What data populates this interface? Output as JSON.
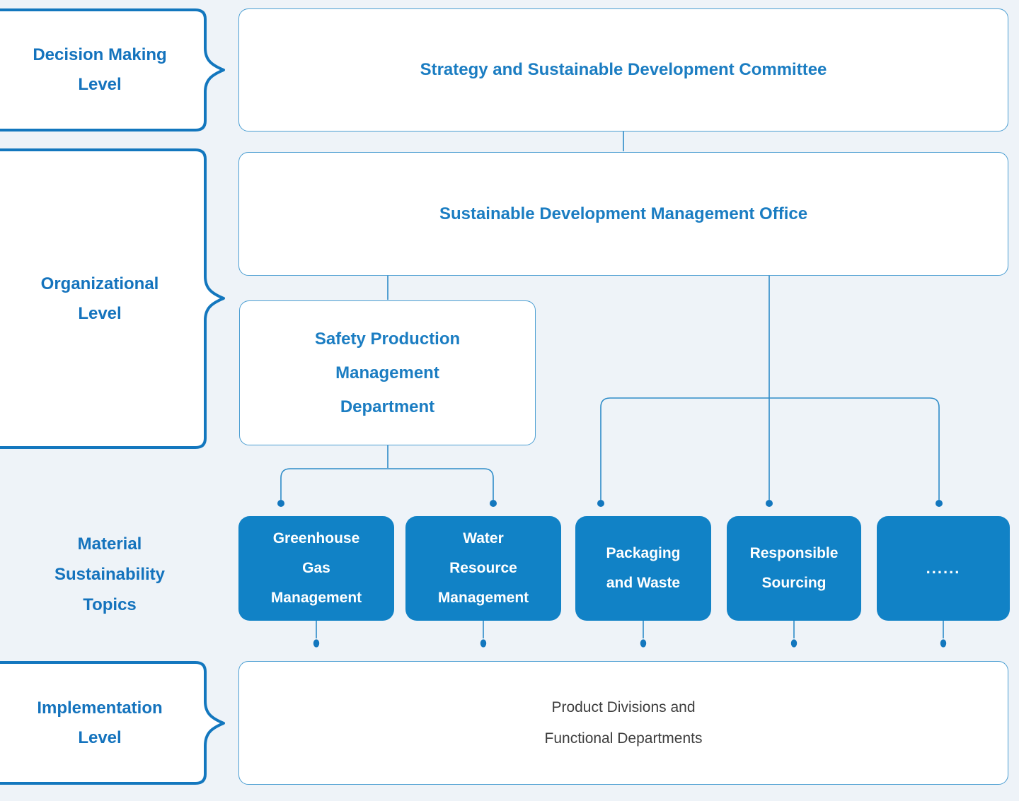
{
  "colors": {
    "background": "#eef3f8",
    "accent_blue": "#1377be",
    "label_text_blue": "#1473bd",
    "node_text_blue": "#1b7dc2",
    "card_border_blue": "#4b9ed2",
    "topic_fill_blue": "#1182c6",
    "topic_text": "#ffffff",
    "implementation_text": "#3d3d3d",
    "connector_blue": "#2e8cc8"
  },
  "levels": {
    "decision": {
      "lines": [
        "Decision Making",
        "Level"
      ]
    },
    "organizational": {
      "lines": [
        "Organizational",
        "Level"
      ]
    },
    "material": {
      "lines": [
        "Material",
        "Sustainability",
        "Topics"
      ]
    },
    "implementation": {
      "lines": [
        "Implementation",
        "Level"
      ]
    }
  },
  "nodes": {
    "strategy": {
      "label": "Strategy and Sustainable Development Committee"
    },
    "office": {
      "label": "Sustainable Development Management Office"
    },
    "safety": {
      "lines": [
        "Safety Production",
        "Management",
        "Department"
      ]
    },
    "topics": [
      {
        "lines": [
          "Greenhouse",
          "Gas",
          "Management"
        ]
      },
      {
        "lines": [
          "Water",
          "Resource",
          "Management"
        ]
      },
      {
        "lines": [
          "Packaging",
          "and Waste"
        ]
      },
      {
        "lines": [
          "Responsible",
          "Sourcing"
        ]
      },
      {
        "lines": [
          "......"
        ]
      }
    ],
    "implementation_box": {
      "lines": [
        "Product Divisions and",
        "Functional Departments"
      ]
    }
  }
}
